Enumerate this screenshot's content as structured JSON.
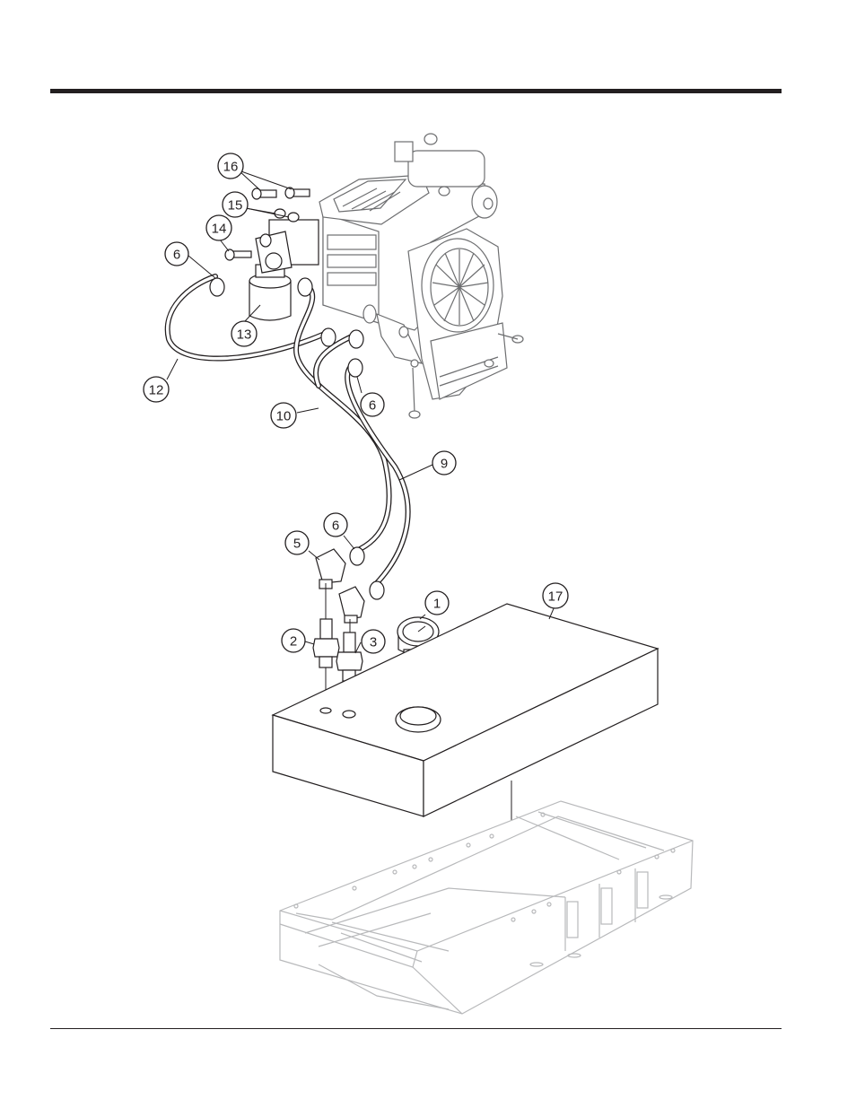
{
  "callouts": [
    {
      "id": "1",
      "label": "1"
    },
    {
      "id": "2",
      "label": "2"
    },
    {
      "id": "3",
      "label": "3"
    },
    {
      "id": "5",
      "label": "5"
    },
    {
      "id": "6a",
      "label": "6"
    },
    {
      "id": "6b",
      "label": "6"
    },
    {
      "id": "6c",
      "label": "6"
    },
    {
      "id": "9",
      "label": "9"
    },
    {
      "id": "10",
      "label": "10"
    },
    {
      "id": "12",
      "label": "12"
    },
    {
      "id": "13",
      "label": "13"
    },
    {
      "id": "14",
      "label": "14"
    },
    {
      "id": "15",
      "label": "15"
    },
    {
      "id": "16",
      "label": "16"
    },
    {
      "id": "17",
      "label": "17"
    }
  ]
}
